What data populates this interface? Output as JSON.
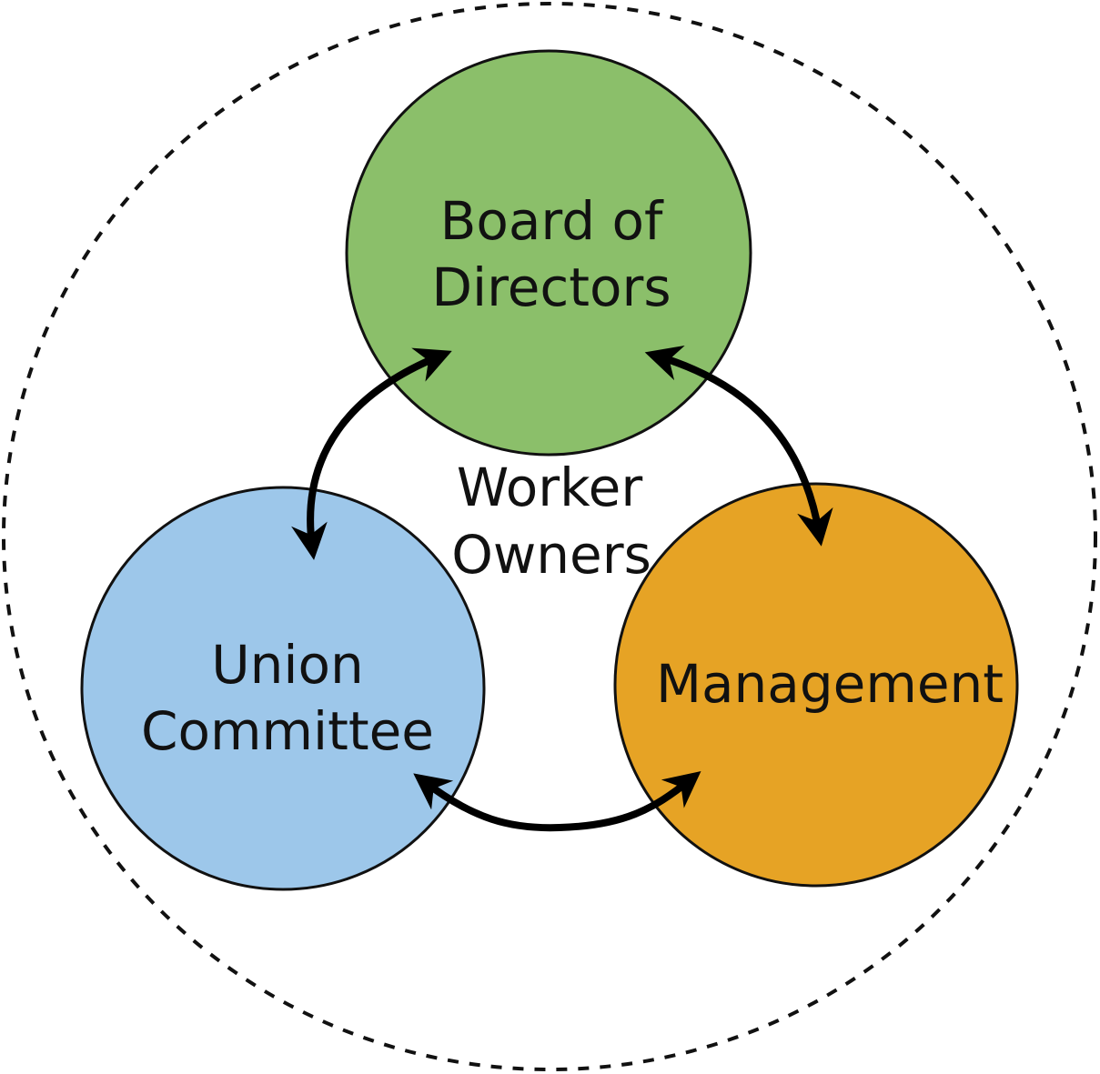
{
  "center": {
    "line1": "Worker",
    "line2": "Owners"
  },
  "nodes": {
    "board": {
      "line1": "Board of",
      "line2": "Directors",
      "color": "#8BBF6A"
    },
    "union": {
      "line1": "Union",
      "line2": "Committee",
      "color": "#9DC7EA"
    },
    "management": {
      "line1": "Management",
      "color": "#E6A325"
    }
  },
  "connections": [
    {
      "from": "Board of Directors",
      "to": "Union Committee",
      "direction": "bidirectional"
    },
    {
      "from": "Board of Directors",
      "to": "Management",
      "direction": "bidirectional"
    },
    {
      "from": "Union Committee",
      "to": "Management",
      "direction": "bidirectional"
    }
  ]
}
